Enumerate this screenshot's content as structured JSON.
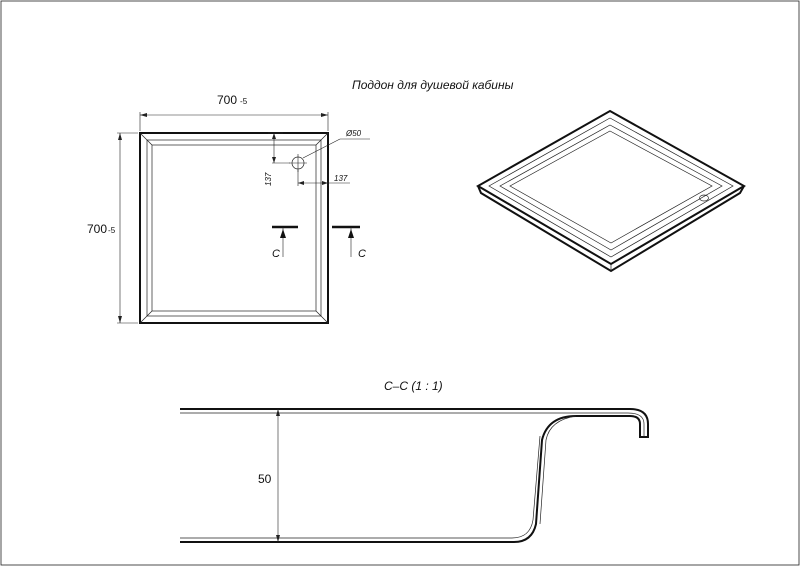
{
  "title": "Поддон для душевой кабины",
  "plan_view": {
    "width_dim": {
      "value": "700",
      "tol": "-5"
    },
    "height_dim": {
      "value": "700",
      "tol": "-5"
    },
    "hole_dia": "Ø50",
    "hole_offset_x": "137",
    "hole_offset_y": "137",
    "section_left": "C",
    "section_right": "C"
  },
  "section_view": {
    "label": "C–C (1 : 1)",
    "depth": "50"
  },
  "colors": {
    "line": "#111111",
    "background": "#ffffff"
  }
}
